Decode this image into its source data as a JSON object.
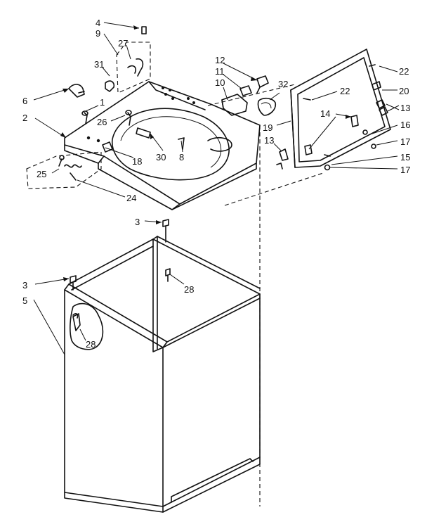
{
  "diagram": {
    "callouts": {
      "c4": "4",
      "c9": "9",
      "c27": "27",
      "c31": "31",
      "c6": "6",
      "c1": "1",
      "c2": "2",
      "c26": "26",
      "c25": "25",
      "c24": "24",
      "c18": "18",
      "c30": "30",
      "c8": "8",
      "c12": "12",
      "c11": "11",
      "c10": "10",
      "c32": "32",
      "c22a": "22",
      "c22b": "22",
      "c20": "20",
      "c14": "14",
      "c13a": "13",
      "c13b": "13",
      "c19": "19",
      "c16": "16",
      "c17a": "17",
      "c17b": "17",
      "c15": "15",
      "c3a": "3",
      "c3b": "3",
      "c5": "5",
      "c28a": "28",
      "c28b": "28"
    }
  }
}
